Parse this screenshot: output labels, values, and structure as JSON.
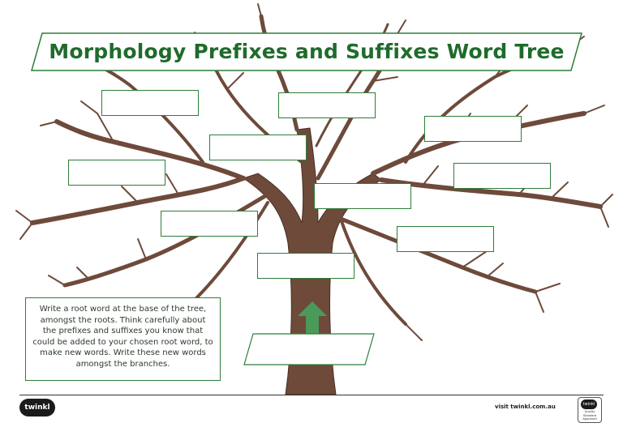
{
  "title": "Morphology Prefixes and Suffixes Word Tree",
  "instructions": "Write a root word at the base of the tree, amongst the roots. Think carefully about the prefixes and suffixes you know that could be added to your chosen root word, to make new words. Write these new words amongst the branches.",
  "footer": {
    "logo_text": "twinkl",
    "site": "visit twinkl.com.au",
    "badge_seal": "twinkl",
    "badge_text": "Quality Standard Approved"
  },
  "colors": {
    "accent": "#1f6b2c",
    "border": "#2f7d3a",
    "trunk": "#6e4a3b",
    "arrow": "#4a9a5a"
  },
  "icons": {
    "arrow": "up-arrow-icon",
    "tree": "tree-illustration"
  },
  "word_boxes": [
    "",
    "",
    "",
    "",
    "",
    "",
    "",
    "",
    "",
    "",
    ""
  ],
  "root_word": ""
}
